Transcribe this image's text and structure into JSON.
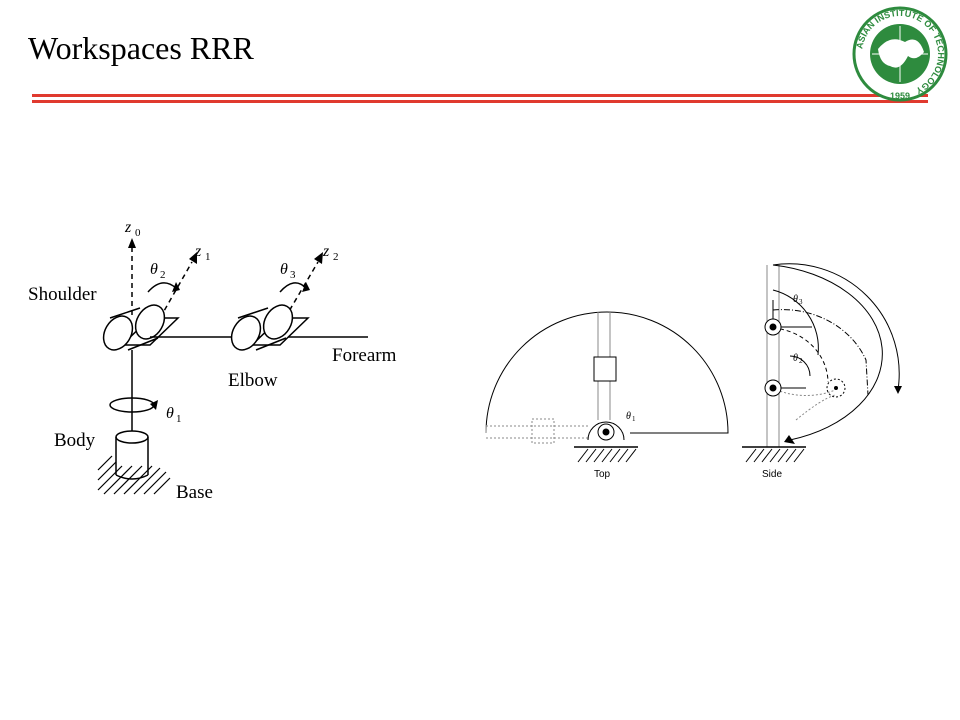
{
  "slide": {
    "title": "Workspaces RRR"
  },
  "logo": {
    "icon": "asian-institute-of-technology-logo",
    "ring_text": "ASIAN INSTITUTE OF TECHNOLOGY",
    "year": "1959",
    "color": "#2e8b3e"
  },
  "manipulator": {
    "labels": {
      "z0": "z",
      "z0_sub": "0",
      "z1": "z",
      "z1_sub": "1",
      "z2": "z",
      "z2_sub": "2",
      "theta2": "θ",
      "theta2_sub": "2",
      "theta3": "θ",
      "theta3_sub": "3",
      "theta1": "θ",
      "theta1_sub": "1",
      "shoulder": "Shoulder",
      "elbow": "Elbow",
      "forearm": "Forearm",
      "body": "Body",
      "base": "Base"
    }
  },
  "top_view": {
    "caption": "Top",
    "theta": "θ",
    "theta_sub": "1"
  },
  "side_view": {
    "caption": "Side",
    "theta3": "θ",
    "theta3_sub": "3",
    "theta2": "θ",
    "theta2_sub": "2"
  },
  "colors": {
    "accent_rule": "#e03a2f",
    "ink": "#000000"
  }
}
